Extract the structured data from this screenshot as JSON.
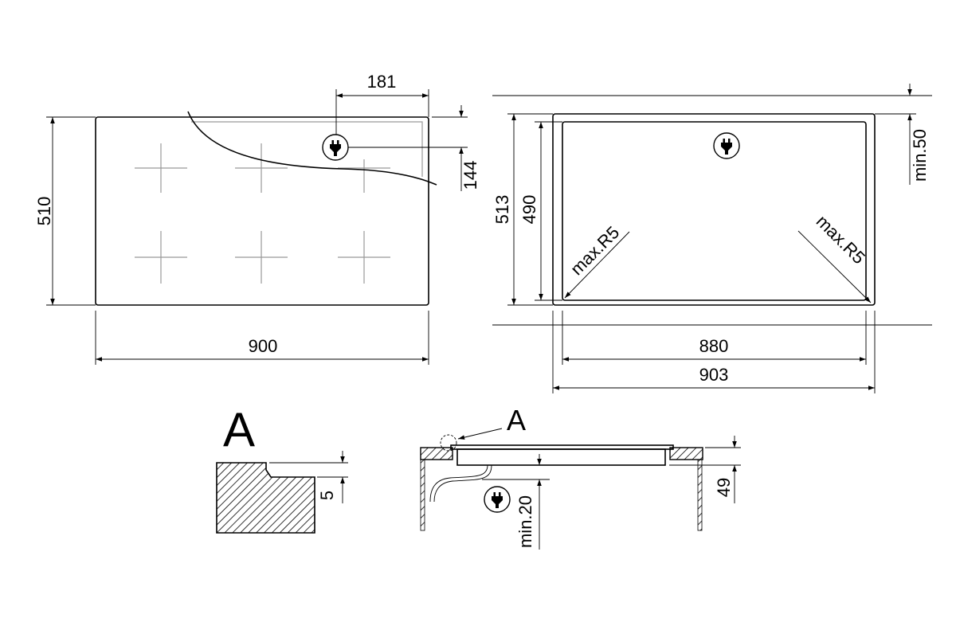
{
  "top_view": {
    "width": "900",
    "depth": "510",
    "plug_x": "181",
    "plug_y": "144"
  },
  "cutout_view": {
    "inner_width": "880",
    "outer_width": "903",
    "outer_depth": "513",
    "inner_depth": "490",
    "clearance": "min.50",
    "radius_left": "max.R5",
    "radius_right": "max.R5"
  },
  "detail": {
    "label": "A",
    "step": "5"
  },
  "section": {
    "detail_ref": "A",
    "height": "49",
    "clearance_below": "min.20"
  },
  "icons": {
    "plug": "power-plug-icon"
  }
}
